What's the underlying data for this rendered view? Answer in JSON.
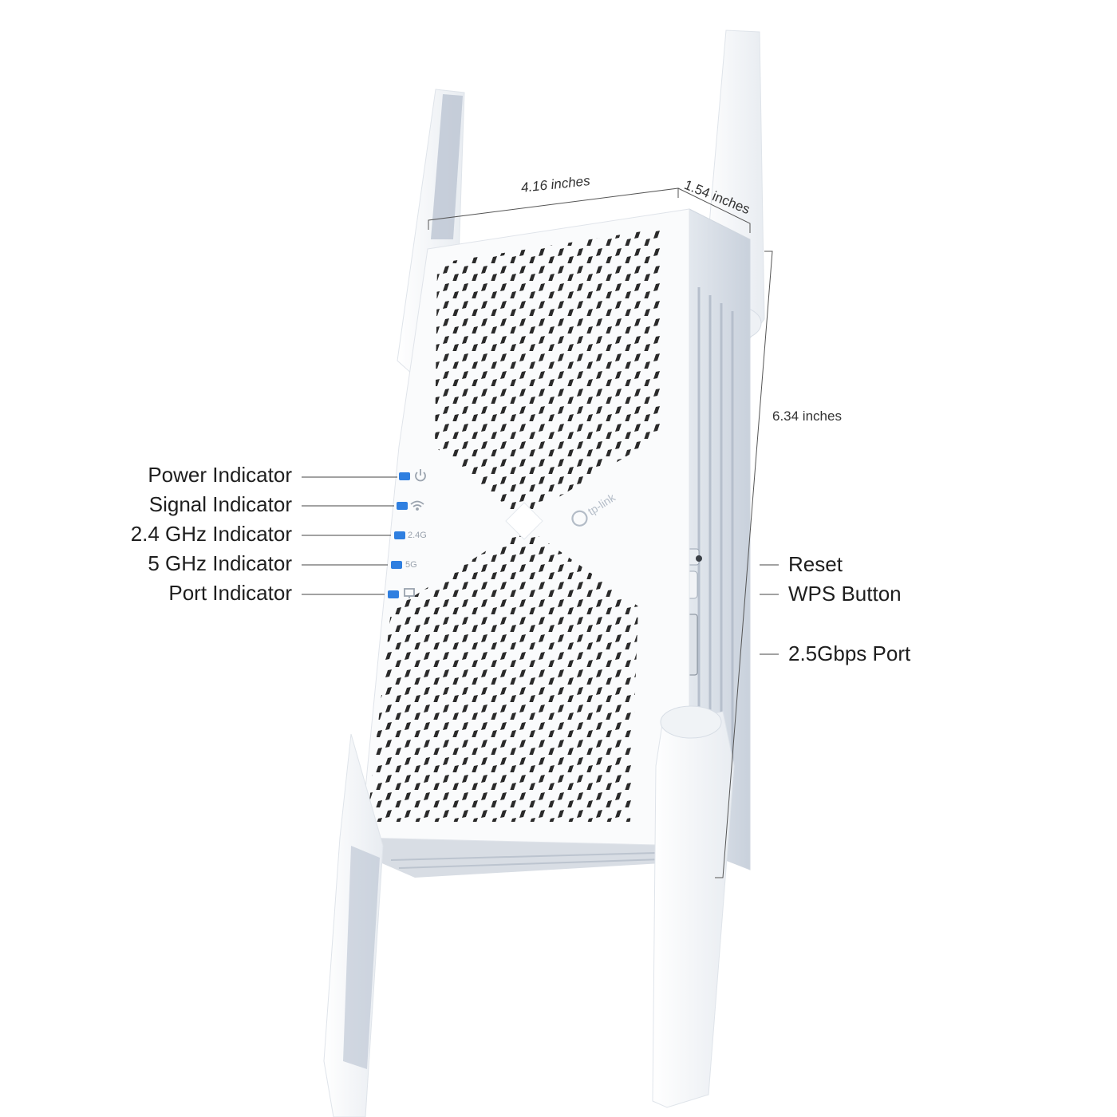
{
  "dimensions": {
    "width": "4.16 inches",
    "depth": "1.54 inches",
    "height": "6.34 inches"
  },
  "indicators": [
    {
      "label": "Power Indicator",
      "icon": "power-icon",
      "glyph": "⏻",
      "text": ""
    },
    {
      "label": "Signal Indicator",
      "icon": "wifi-icon",
      "glyph": "",
      "text": ""
    },
    {
      "label": "2.4 GHz Indicator",
      "icon": "",
      "glyph": "",
      "text": "2.4G"
    },
    {
      "label": "5 GHz Indicator",
      "icon": "",
      "glyph": "",
      "text": "5G"
    },
    {
      "label": "Port Indicator",
      "icon": "monitor-icon",
      "glyph": "",
      "text": ""
    }
  ],
  "side_callouts": {
    "reset": "Reset",
    "wps": "WPS Button",
    "port": "2.5Gbps Port"
  },
  "brand": {
    "logo_text": "tp-link"
  },
  "colors": {
    "led": "#2f7fe0",
    "body": "#fafbfc",
    "shade": "#d9dee6",
    "antenna_shade": "#b8c2d0"
  }
}
